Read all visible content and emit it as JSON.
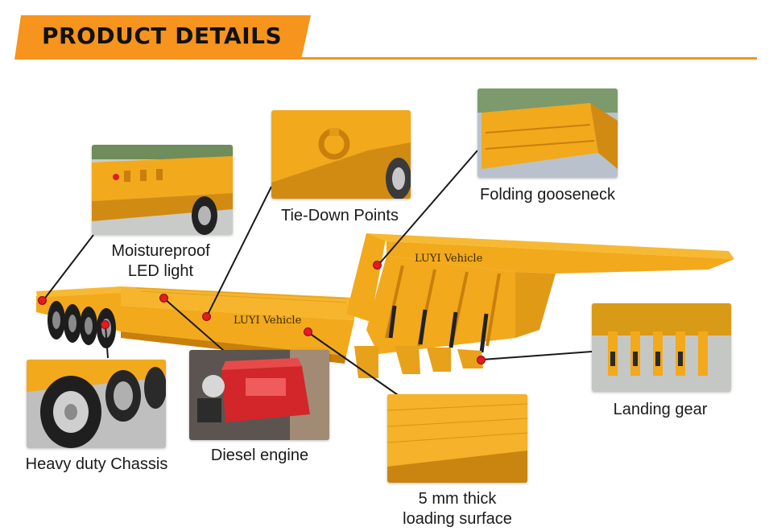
{
  "header": {
    "title": "PRODUCT DETAILS",
    "accent_color": "#f7941d"
  },
  "brand": {
    "side_text": "LUYI Vehicle",
    "neck_text": "LUYI Vehicle"
  },
  "features": [
    {
      "id": "moistureproof-led-light",
      "lines": [
        "Moistureproof",
        "LED light"
      ]
    },
    {
      "id": "tie-down-points",
      "lines": [
        "Tie-Down Points"
      ]
    },
    {
      "id": "folding-gooseneck",
      "lines": [
        "Folding gooseneck"
      ]
    },
    {
      "id": "heavy-duty-chassis",
      "lines": [
        "Heavy duty Chassis"
      ]
    },
    {
      "id": "diesel-engine",
      "lines": [
        "Diesel engine"
      ]
    },
    {
      "id": "loading-surface",
      "lines": [
        "5 mm thick",
        "loading surface"
      ]
    },
    {
      "id": "landing-gear",
      "lines": [
        "Landing gear"
      ]
    }
  ],
  "colors": {
    "trailer_yellow": "#f2a91c",
    "trailer_shadow": "#c97f0c",
    "marker_red": "#e31b23"
  }
}
